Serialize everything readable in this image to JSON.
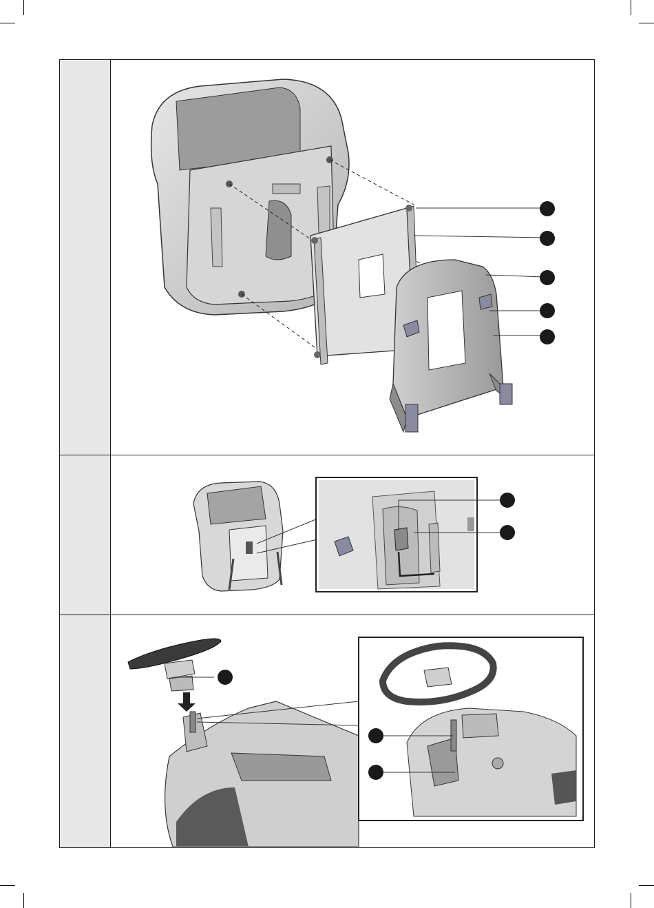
{
  "document": {
    "panels": [
      {
        "id": "panel-1",
        "subject": "seat-mounting-plate-assembly",
        "callouts": 5
      },
      {
        "id": "panel-2",
        "subject": "seat-switch-connector-detail",
        "callouts": 2
      },
      {
        "id": "panel-3",
        "subject": "steering-wheel-installation",
        "callouts": 3
      }
    ],
    "colors": {
      "callout": "#1a1a1a",
      "panel_side": "#e8e8e8",
      "part_fill": "#d9d9d9",
      "part_shadow": "#a8a8a8",
      "knob": "#8a8aa0"
    }
  }
}
